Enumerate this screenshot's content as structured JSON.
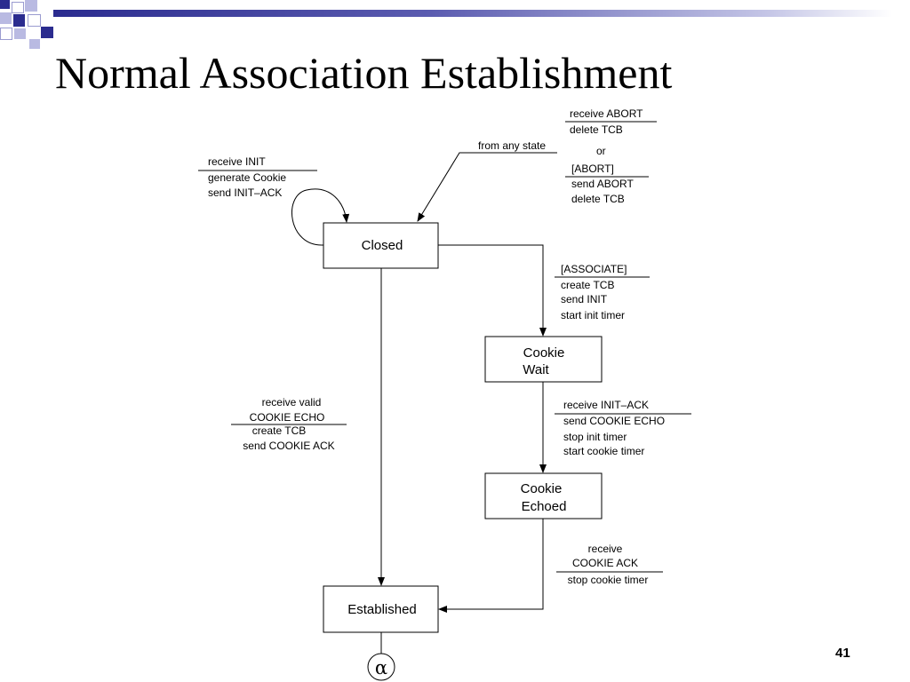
{
  "slide": {
    "title": "Normal Association Establishment",
    "page_number": "41"
  },
  "states": {
    "closed": "Closed",
    "cookie_wait_1": "Cookie",
    "cookie_wait_2": "Wait",
    "cookie_echoed_1": "Cookie",
    "cookie_echoed_2": "Echoed",
    "established": "Established"
  },
  "transitions": {
    "self_loop": {
      "event": "receive INIT",
      "actions": [
        "generate Cookie",
        "send INIT–ACK"
      ]
    },
    "from_any_state": "from any state",
    "abort": {
      "event_1": "receive ABORT",
      "action_1": "delete TCB",
      "or": "or",
      "event_2": "[ABORT]",
      "actions_2": [
        "send ABORT",
        "delete TCB"
      ]
    },
    "associate": {
      "event": "[ASSOCIATE]",
      "actions": [
        "create TCB",
        "send INIT",
        "start init timer"
      ]
    },
    "init_ack": {
      "event": "receive INIT–ACK",
      "actions": [
        "send COOKIE ECHO",
        "stop init timer",
        "start cookie timer"
      ]
    },
    "cookie_echo": {
      "event_1": "receive valid",
      "event_2": "COOKIE ECHO",
      "actions": [
        "create TCB",
        "send COOKIE ACK"
      ]
    },
    "cookie_ack": {
      "event_1": "receive",
      "event_2": "COOKIE ACK",
      "action": "stop cookie timer"
    },
    "terminal_symbol": "α"
  }
}
